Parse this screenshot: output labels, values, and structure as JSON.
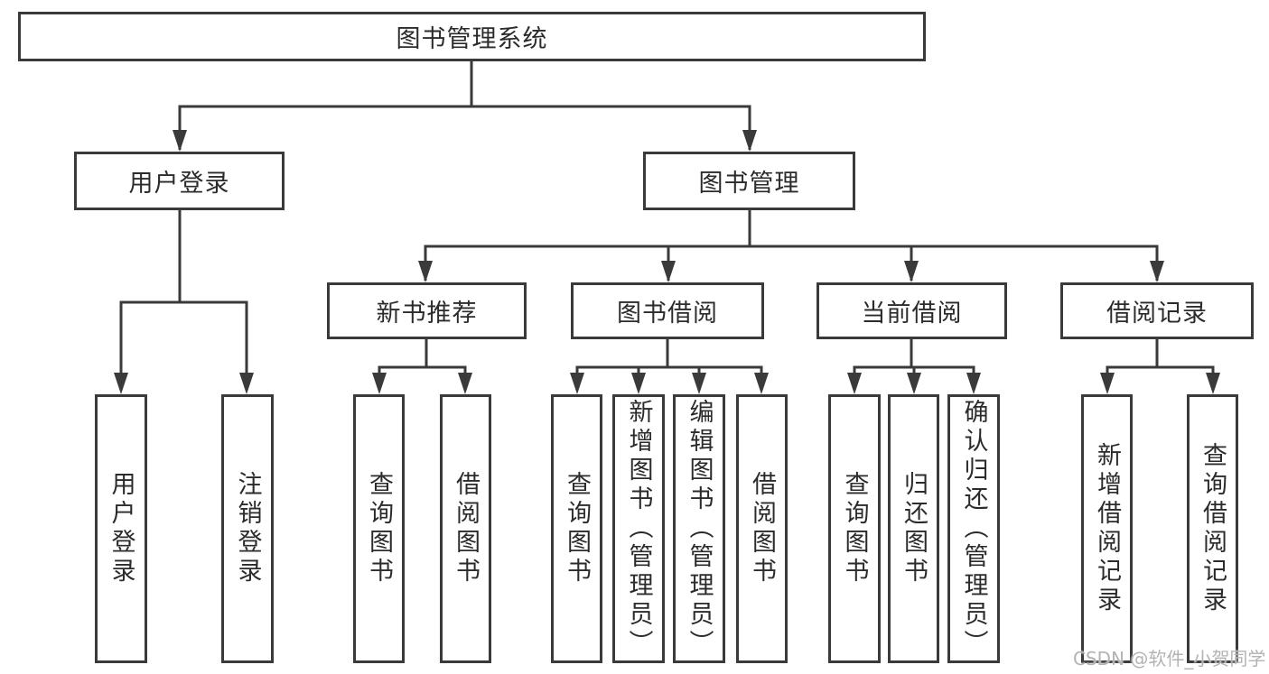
{
  "colors": {
    "line": "#3a3a3a",
    "box_border": "#3a3a3a",
    "text": "#2b2b2b",
    "background": "#ffffff",
    "watermark": "#b3b3b3"
  },
  "watermark": {
    "text": "CSDN @软件_小贺同学"
  },
  "tree": {
    "root": {
      "label": "图书管理系统"
    },
    "children": [
      {
        "label": "用户登录",
        "children": [
          {
            "label": "用户登录"
          },
          {
            "label": "注销登录"
          }
        ]
      },
      {
        "label": "图书管理",
        "children": [
          {
            "label": "新书推荐",
            "children": [
              {
                "label": "查询图书"
              },
              {
                "label": "借阅图书"
              }
            ]
          },
          {
            "label": "图书借阅",
            "children": [
              {
                "label": "查询图书"
              },
              {
                "label": "新增图书（管理员）"
              },
              {
                "label": "编辑图书（管理员）"
              },
              {
                "label": "借阅图书"
              }
            ]
          },
          {
            "label": "当前借阅",
            "children": [
              {
                "label": "查询图书"
              },
              {
                "label": "归还图书"
              },
              {
                "label": "确认归还（管理员）"
              }
            ]
          },
          {
            "label": "借阅记录",
            "children": [
              {
                "label": "新增借阅记录"
              },
              {
                "label": "查询借阅记录"
              }
            ]
          }
        ]
      }
    ]
  }
}
